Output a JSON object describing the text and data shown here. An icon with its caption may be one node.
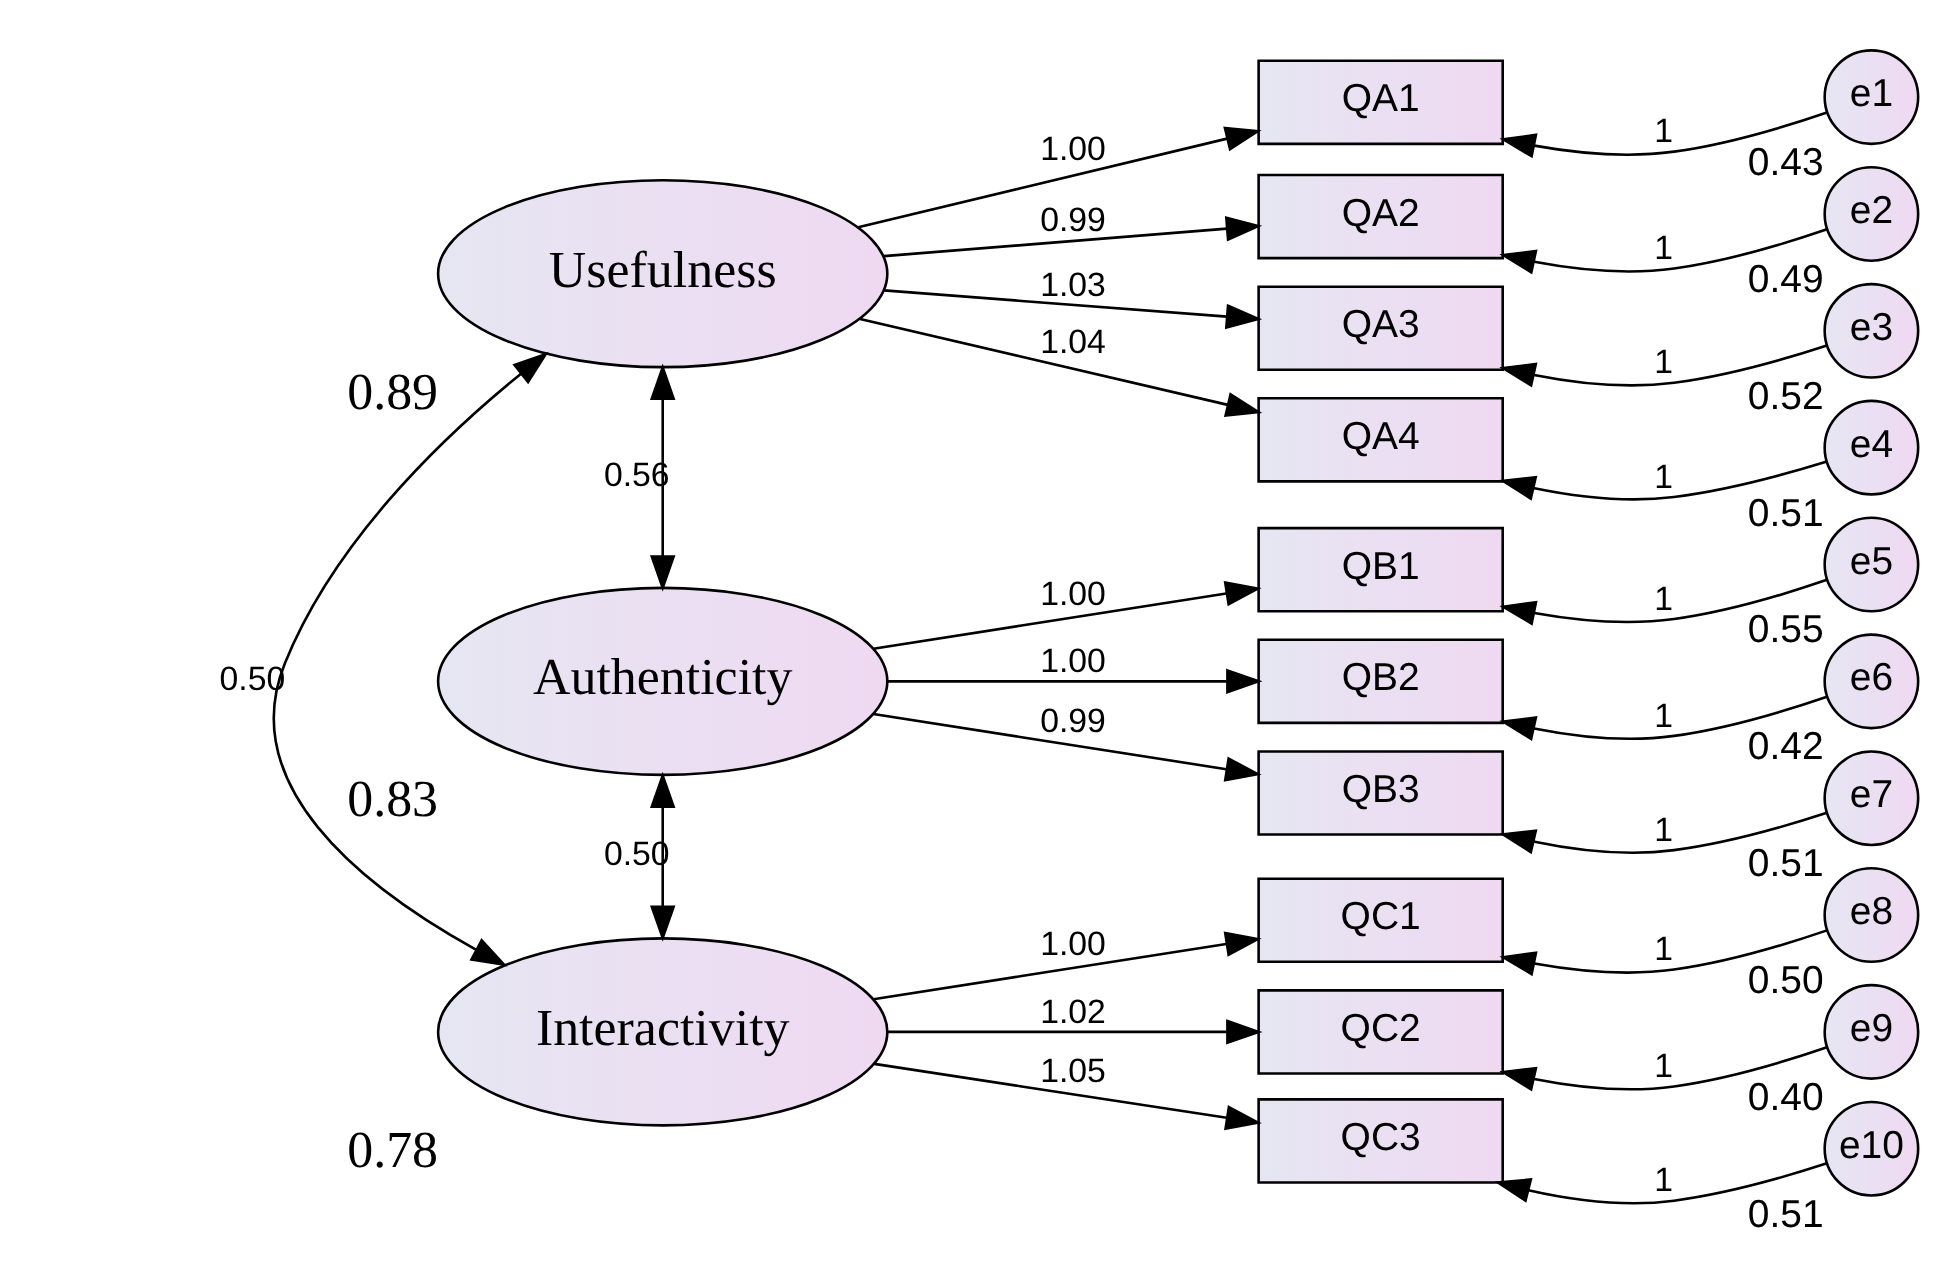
{
  "diagram": {
    "nodes": [
      {
        "text": [
          "Usefulness"
        ],
        "beside": [
          "0.89"
        ]
      },
      {
        "text": [
          "Authenticity"
        ],
        "beside": [
          "0.83"
        ]
      },
      {
        "text": [
          "Interactivity"
        ],
        "beside": [
          "0.78"
        ]
      },
      {
        "text": [
          "QA1"
        ]
      },
      {
        "text": [
          "QA2"
        ]
      },
      {
        "text": [
          "QA3"
        ]
      },
      {
        "text": [
          "QA4"
        ]
      },
      {
        "text": [
          "QB1"
        ]
      },
      {
        "text": [
          "QB2"
        ]
      },
      {
        "text": [
          "QB3"
        ]
      },
      {
        "text": [
          "QC1"
        ]
      },
      {
        "text": [
          "QC2"
        ]
      },
      {
        "text": [
          "QC3"
        ]
      },
      {
        "text": [
          "e1"
        ],
        "beside": [
          "0.43"
        ]
      },
      {
        "text": [
          "e2"
        ],
        "beside": [
          "0.49"
        ]
      },
      {
        "text": [
          "e3"
        ],
        "beside": [
          "0.52"
        ]
      },
      {
        "text": [
          "e4"
        ],
        "beside": [
          "0.51"
        ]
      },
      {
        "text": [
          "e5"
        ],
        "beside": [
          "0.55"
        ]
      },
      {
        "text": [
          "e6"
        ],
        "beside": [
          "0.42"
        ]
      },
      {
        "text": [
          "e7"
        ],
        "beside": [
          "0.51"
        ]
      },
      {
        "text": [
          "e8"
        ],
        "beside": [
          "0.50"
        ]
      },
      {
        "text": [
          "e9"
        ],
        "beside": [
          "0.40"
        ]
      },
      {
        "text": [
          "e10"
        ],
        "beside": [
          "0.51"
        ]
      }
    ],
    "edges": [
      {
        "from": 0,
        "to": 3,
        "arrow": "to",
        "label": "1.00"
      },
      {
        "from": 0,
        "to": 4,
        "arrow": "to",
        "label": "0.99"
      },
      {
        "from": 0,
        "to": 5,
        "arrow": "to",
        "label": "1.03"
      },
      {
        "from": 0,
        "to": 6,
        "arrow": "to",
        "label": "1.04"
      },
      {
        "from": 1,
        "to": 7,
        "arrow": "to",
        "label": "1.00"
      },
      {
        "from": 1,
        "to": 8,
        "arrow": "to",
        "label": "1.00"
      },
      {
        "from": 1,
        "to": 9,
        "arrow": "to",
        "label": "0.99"
      },
      {
        "from": 2,
        "to": 10,
        "arrow": "to",
        "label": "1.00"
      },
      {
        "from": 2,
        "to": 11,
        "arrow": "to",
        "label": "1.02"
      },
      {
        "from": 2,
        "to": 12,
        "arrow": "to",
        "label": "1.05"
      },
      {
        "from": 13,
        "to": 3,
        "arrow": "to",
        "label": "1"
      },
      {
        "from": 14,
        "to": 4,
        "arrow": "to",
        "label": "1"
      },
      {
        "from": 15,
        "to": 5,
        "arrow": "to",
        "label": "1"
      },
      {
        "from": 16,
        "to": 6,
        "arrow": "to",
        "label": "1"
      },
      {
        "from": 17,
        "to": 7,
        "arrow": "to",
        "label": "1"
      },
      {
        "from": 18,
        "to": 8,
        "arrow": "to",
        "label": "1"
      },
      {
        "from": 19,
        "to": 9,
        "arrow": "to",
        "label": "1"
      },
      {
        "from": 20,
        "to": 10,
        "arrow": "to",
        "label": "1"
      },
      {
        "from": 21,
        "to": 11,
        "arrow": "to",
        "label": "1"
      },
      {
        "from": 22,
        "to": 12,
        "arrow": "to",
        "label": "1"
      },
      {
        "from": 0,
        "to": 1,
        "arrow": "both",
        "label": "0.56"
      },
      {
        "from": 1,
        "to": 2,
        "arrow": "both",
        "label": "0.50"
      },
      {
        "from": 0,
        "to": 2,
        "arrow": "both",
        "label": "0.50"
      }
    ]
  }
}
